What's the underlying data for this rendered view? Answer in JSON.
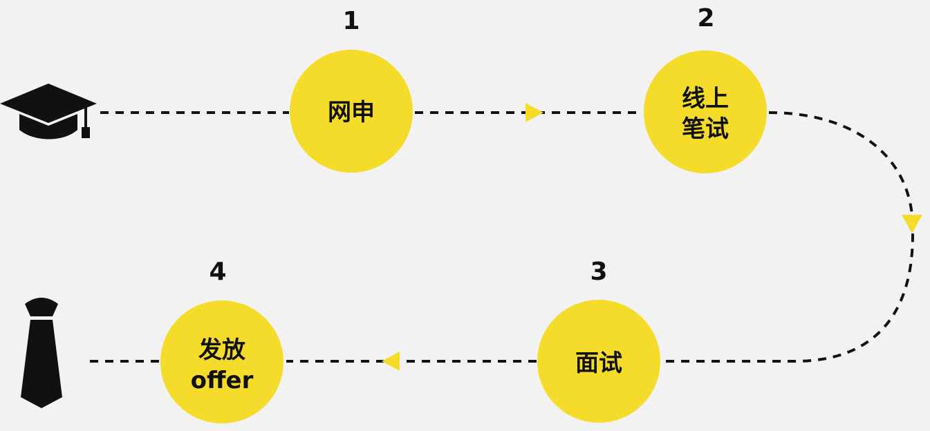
{
  "colors": {
    "background": "#f2f2f2",
    "accent": "#f5dc2a",
    "ink": "#111111"
  },
  "icons": {
    "start": "graduation-cap-icon",
    "end": "necktie-icon"
  },
  "steps": [
    {
      "number": "1",
      "label_lines": [
        "网申"
      ]
    },
    {
      "number": "2",
      "label_lines": [
        "线上",
        "笔试"
      ]
    },
    {
      "number": "3",
      "label_lines": [
        "面试"
      ]
    },
    {
      "number": "4",
      "label_lines": [
        "发放",
        "offer"
      ]
    }
  ]
}
